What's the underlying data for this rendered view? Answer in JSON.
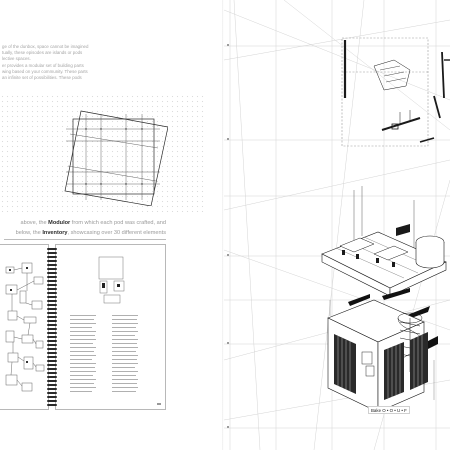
{
  "intro_lines": [
    "ge of the dunbox, space cannot be imagined",
    "tually, these episodes are islands or pods",
    "lective spaces.",
    "er provides a modular set of building parts",
    "wing based on your community. These parts",
    "an infinite set of possibilities. These pods"
  ],
  "caption_1": {
    "prefix": "above, the ",
    "strong": "Modulor",
    "suffix": " from which each pod was crafted, and"
  },
  "caption_2": {
    "prefix": "below, the ",
    "strong": "Inventory",
    "suffix": ", showcasing over 30 different elements"
  },
  "binder": {
    "left_title": "",
    "right_title": "",
    "page_numbers": [
      "",
      ""
    ]
  },
  "axo_label": "Bake O • O • U • F",
  "colors": {
    "ink": "#1a1a1a",
    "grid": "#c9c9c9",
    "dashed_plan": "#999999",
    "caption_grey": "#9a9a9a"
  }
}
